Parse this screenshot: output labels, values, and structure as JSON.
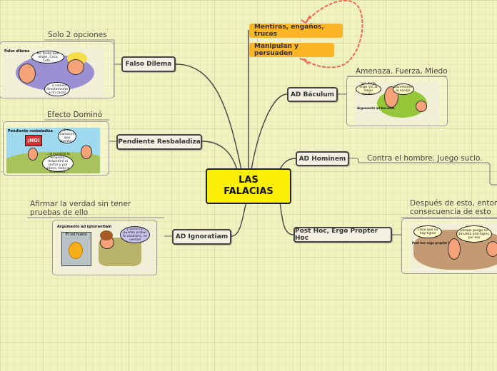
{
  "root": {
    "line1": "LAS",
    "line2": "FALACIAS",
    "color": "#fbee07"
  },
  "tags": [
    {
      "label": "Mentiras, engaños, trucos",
      "color": "#fbb526"
    },
    {
      "label": "Manipulan y persuaden",
      "color": "#fbb526"
    }
  ],
  "relation_arrow": {
    "color": "#ee6a55"
  },
  "branches": {
    "falso_dilema": {
      "label": "Falso Dilema",
      "note": "Solo 2 opciones",
      "image": {
        "caption": "Falso dilema",
        "bubble1": "De fondo qué eliges, Coca Cola...",
        "bubble2": "... o vieneis directamente a mi casa?"
      }
    },
    "pendiente": {
      "label": "Pendiente Resbaladiza",
      "note": "Efecto Dominó",
      "image": {
        "caption": "Pendiente resbaladiza",
        "sign": "¡NO!",
        "bubble1": "Si os vamos lo que queréis...",
        "bubble2": "...se hundirá la empresa, despediré al sector y por último, toda la economía."
      }
    },
    "ignoratiam": {
      "label": "AD Ignoratiam",
      "note_line1": "Afirmar la verdad sin tener",
      "note_line2": "pruebas de ello",
      "image": {
        "caption": "Argumento ad ignorantiam",
        "board": "El sol hueco",
        "bubble1": "y como no puedes probar lo contrario, es verdad"
      }
    },
    "baculum": {
      "label": "AD Báculum",
      "note": "Amenaza. Fuerza, Miedo",
      "image": {
        "caption": "Argumento ad baculum",
        "bubble1": "Sin duda elige Vd. la mejor opción...",
        "bubble2": "Libremente, lo escojo."
      }
    },
    "hominem": {
      "label": "AD Hominem",
      "note": "Contra el hombre. Juego sucio."
    },
    "post_hoc": {
      "label": "Post Hoc, Ergo Propter Hoc",
      "note_line1": "Después de esto, entonces",
      "note_line2": "consecuencia de esto",
      "image": {
        "caption": "Post hoc ergo propter hoc",
        "bubble1": "Claro que no hay tigres",
        "bubble2": "porque pongo mi amuleto anti-tigres, por eso"
      }
    }
  }
}
